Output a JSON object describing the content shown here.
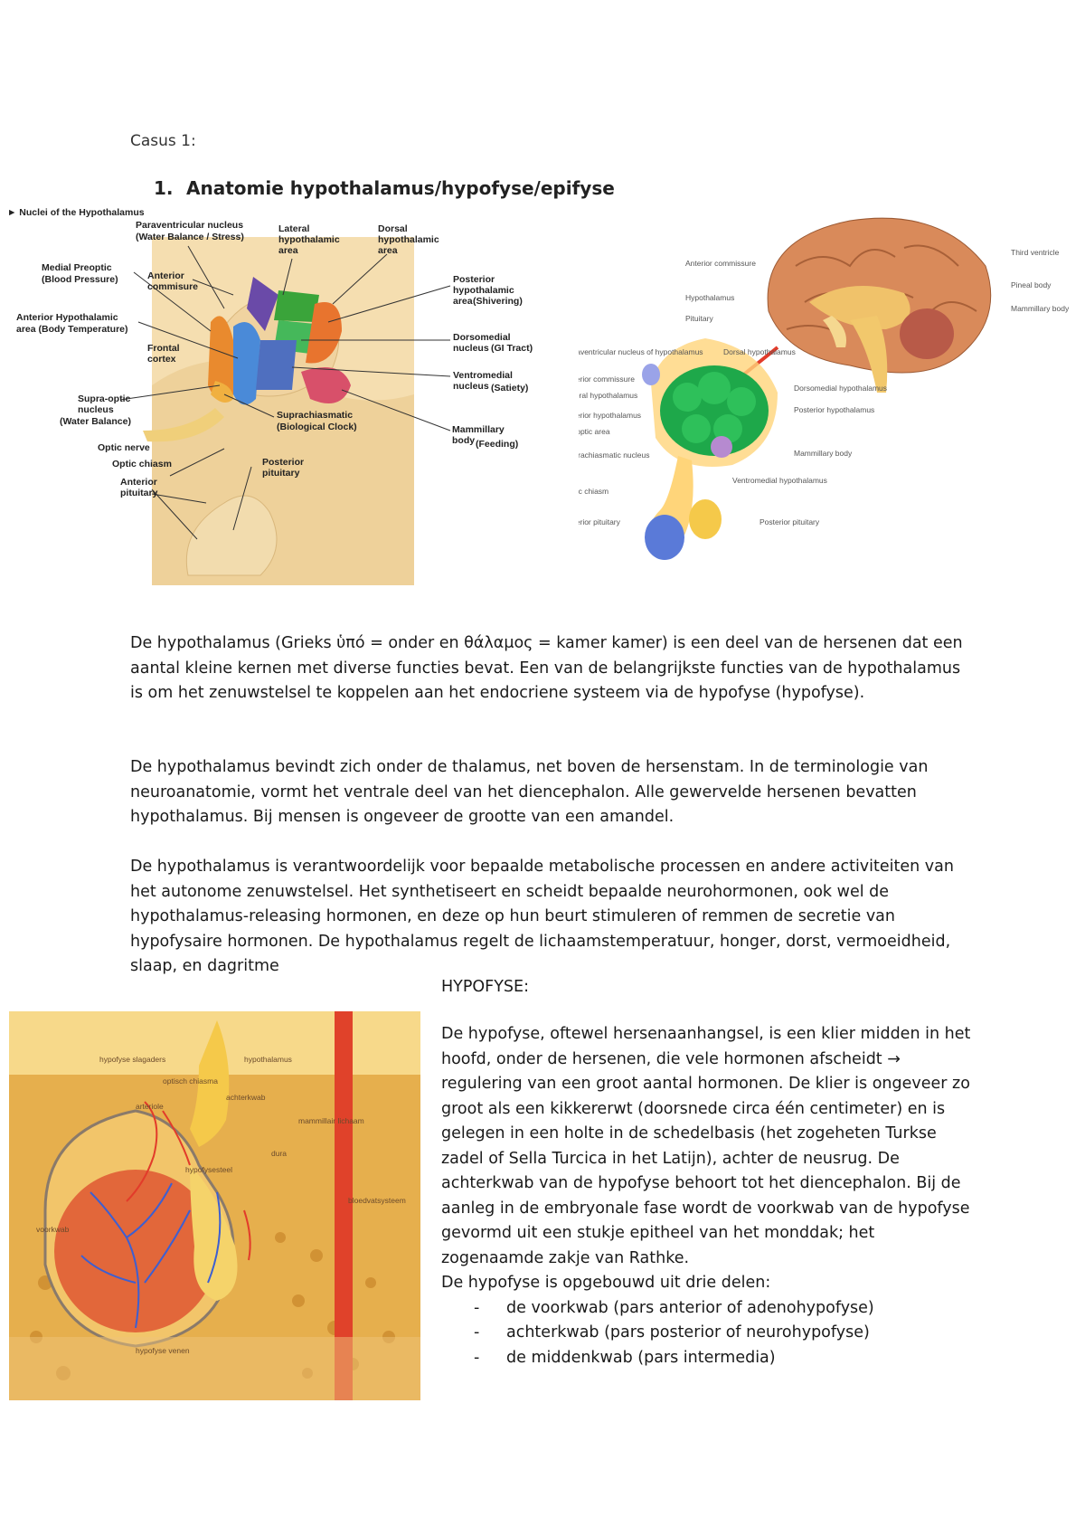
{
  "casus_label": "Casus 1:",
  "section": {
    "number": "1.",
    "title": "Anatomie hypothalamus/hypofyse/epifyse"
  },
  "figure_left": {
    "title": "► Nuclei of the Hypothalamus",
    "labels": {
      "paraventricular": "Paraventricular nucleus",
      "paraventricular_sub": "(Water Balance / Stress)",
      "lateral": "Lateral",
      "lateral2": "hypothalamic",
      "lateral3": "area",
      "dorsal": "Dorsal",
      "dorsal2": "hypothalamic",
      "dorsal3": "area",
      "medial_preoptic": "Medial Preoptic",
      "medial_preoptic_sub": "(Blood Pressure)",
      "anterior_commissure": "Anterior",
      "anterior_commissure2": "commisure",
      "anterior_hypo": "Anterior Hypothalamic",
      "anterior_hypo_sub": "area (Body Temperature)",
      "posterior_hypo": "Posterior",
      "posterior_hypo2": "hypothalamic",
      "posterior_hypo3": "area",
      "posterior_hypo_sub": "(Shivering)",
      "frontal": "Frontal",
      "frontal2": "cortex",
      "dorsomedial": "Dorsomedial",
      "dorsomedial2": "nucleus",
      "dorsomedial_sub": "(GI Tract)",
      "ventromedial": "Ventromedial",
      "ventromedial2": "nucleus",
      "ventromedial_sub": "(Satiety)",
      "supraoptic": "Supra-optic",
      "supraoptic2": "nucleus",
      "supraoptic_sub": "(Water Balance)",
      "suprachiasmatic": "Suprachiasmatic",
      "suprachiasmatic_sub": "(Biological Clock)",
      "mammillary": "Mammillary",
      "mammillary2": "body",
      "mammillary_sub": "(Feeding)",
      "optic_nerve": "Optic nerve",
      "optic_chiasm": "Optic chiasm",
      "posterior_pituitary": "Posterior",
      "posterior_pituitary2": "pituitary",
      "anterior_pituitary": "Anterior",
      "anterior_pituitary2": "pituitary"
    }
  },
  "paragraphs": [
    "De hypothalamus (Grieks ὑπό = onder en θάλαμος = kamer kamer) is een deel van de hersenen dat een aantal kleine kernen met diverse functies bevat. Een van de belangrijkste functies van de hypothalamus is om het zenuwstelsel te koppelen aan het endocriene systeem via de hypofyse (hypofyse).",
    "De hypothalamus bevindt zich onder de thalamus, net boven de hersenstam. In de terminologie van neuroanatomie, vormt het ventrale deel van het diencephalon. Alle gewervelde hersenen bevatten hypothalamus. Bij mensen is ongeveer de grootte van een amandel.",
    "De hypothalamus is verantwoordelijk voor bepaalde metabolische processen en andere activiteiten van het autonome zenuwstelsel. Het synthetiseert en scheidt bepaalde neurohormonen, ook wel de hypothalamus-releasing hormonen, en deze op hun beurt stimuleren of remmen de secretie van hypofysaire hormonen. De hypothalamus regelt de lichaamstemperatuur, honger, dorst, vermoeidheid, slaap, en dagritme"
  ],
  "hypofyse": {
    "heading": "HYPOFYSE:",
    "text": "De hypofyse, oftewel hersenaanhangsel, is een klier midden in het hoofd, onder de hersenen, die vele hormonen afscheidt → regulering van een groot aantal hormonen. De klier is ongeveer zo groot als een kikkererwt (doorsnede circa één centimeter) en is gelegen in een holte in de schedelbasis (het zogeheten Turkse zadel of Sella Turcica in het Latijn), achter de neusrug. De achterkwab van de hypofyse behoort tot het diencephalon. Bij de aanleg in de embryonale fase wordt de voorkwab van de hypofyse gevormd uit een stukje epitheel van het monddak; het zogenaamde zakje van Rathke.",
    "parts_intro": "De hypofyse is opgebouwd uit drie delen:",
    "parts": [
      "de voorkwab (pars anterior of adenohypofyse)",
      "achterkwab (pars posterior of neurohypofyse)",
      "de middenkwab (pars intermedia)"
    ]
  },
  "figure_bottom": {
    "labels": {
      "hypofyse_slagaders": "hypofyse slagaders",
      "hypothalamus": "hypothalamus",
      "optisch_chiasma": "optisch chiasma",
      "achterkwab": "achterkwab",
      "arteriole": "arteriole",
      "mammillair_lichaam": "mammillair lichaam",
      "hypofysesteel": "hypofysesteel",
      "dura": "dura",
      "bloedvatsysteem": "bloedvatsysteem",
      "voorkwab": "voorkwab",
      "hypofyse_venen": "hypofyse venen"
    }
  },
  "figure_right": {
    "labels": {
      "anterior_commissure": "Anterior commissure",
      "hypothalamus": "Hypothalamus",
      "pituitary": "Pituitary",
      "third_ventricle": "Third ventricle",
      "pineal_body": "Pineal body",
      "mammillary_body_top": "Mammillary body",
      "paraventricular": "Paraventricular nucleus of hypothalamus",
      "dorsal_hypo": "Dorsal hypothalamus",
      "ant_commissure2": "Anterior commissure",
      "lateral_hypo": "Lateral hypothalamus",
      "anterior_hypo": "Anterior hypothalamus",
      "preoptic": "Preoptic area",
      "suprachiasmatic": "Suprachiasmatic nucleus",
      "optic_chiasm": "Optic chiasm",
      "anterior_pituitary": "Anterior pituitary",
      "dorsomedial": "Dorsomedial hypothalamus",
      "posterior_hypo": "Posterior hypothalamus",
      "mammillary_body": "Mammillary body",
      "ventromedial": "Ventromedial hypothalamus",
      "posterior_pituitary": "Posterior pituitary"
    }
  },
  "colors": {
    "text": "#1a1a1a",
    "figure_bg": "#f6e7c6",
    "artery": "#e23b2a",
    "vein": "#3d5fd1",
    "pituitary": "#e07a3a",
    "bone": "#e6b24a",
    "hypothalamus_green": "#1ea84a"
  }
}
